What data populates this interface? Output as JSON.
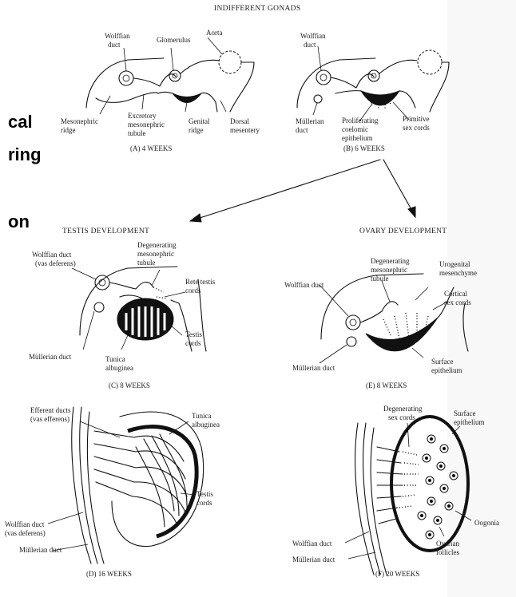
{
  "slide_fragments": [
    "cal",
    "ring",
    "on"
  ],
  "title": "INDIFFERENT GONADS",
  "panel_a": {
    "labels": {
      "wolffian": [
        "Wolffian",
        "duct"
      ],
      "glomerulus": "Glomerulus",
      "aorta": "Aorta",
      "mesonephric_ridge": [
        "Mesonephric",
        "ridge"
      ],
      "excretory": [
        "Excretory",
        "mesonephric",
        "tubule"
      ],
      "genital_ridge": [
        "Genital",
        "ridge"
      ],
      "dorsal_mesentery": [
        "Dorsal",
        "mesentery"
      ]
    },
    "caption": "(A)  4 WEEKS"
  },
  "panel_b": {
    "labels": {
      "wolffian": [
        "Wolffian",
        "duct"
      ],
      "mullerian": [
        "Müllerian",
        "duct"
      ],
      "proliferating": [
        "Proliferating",
        "coelomic",
        "epithelium"
      ],
      "primitive": [
        "Primitive",
        "sex cords"
      ]
    },
    "caption": "(B)  6 WEEKS"
  },
  "testis_heading": "TESTIS DEVELOPMENT",
  "ovary_heading": "OVARY DEVELOPMENT",
  "panel_c": {
    "labels": {
      "wolffian": [
        "Wolffian duct",
        "(vas deferens)"
      ],
      "degenerating": [
        "Degenerating",
        "mesonephric",
        "tubule"
      ],
      "rete": [
        "Rete testis",
        "cords"
      ],
      "testis_cords": [
        "Testis",
        "cords"
      ],
      "mullerian": "Müllerian duct",
      "tunica": [
        "Tunica",
        "albuginea"
      ]
    },
    "caption": "(C)  8 WEEKS"
  },
  "panel_e": {
    "labels": {
      "degenerating": [
        "Degenerating",
        "mesonephric",
        "tubule"
      ],
      "urogenital": [
        "Urogenital",
        "mesenchyme"
      ],
      "wolffian": "Wolffian duct",
      "cortical": [
        "Cortical",
        "sex cords"
      ],
      "mullerian": "Müllerian duct",
      "surface": [
        "Surface",
        "epithelium"
      ]
    },
    "caption": "(E)  8 WEEKS"
  },
  "panel_d": {
    "labels": {
      "efferent": [
        "Efferent ducts",
        "(vas efferens)"
      ],
      "tunica": [
        "Tunica",
        "albuginea"
      ],
      "testis_cords": [
        "Testis",
        "cords"
      ],
      "wolffian": [
        "Wolffian duct",
        "(vas deferens)"
      ],
      "mullerian": "Müllerian duct"
    },
    "caption": "(D)  16 WEEKS"
  },
  "panel_f": {
    "labels": {
      "degenerating": [
        "Degenerating",
        "sex cords"
      ],
      "surface": [
        "Surface",
        "epithelium"
      ],
      "oogonia": "Oogonia",
      "ovarian": [
        "Ovarian",
        "follicles"
      ],
      "wolffian": "Wolffian duct",
      "mullerian": "Müllerian duct"
    },
    "caption": "(F)  20 WEEKS"
  }
}
